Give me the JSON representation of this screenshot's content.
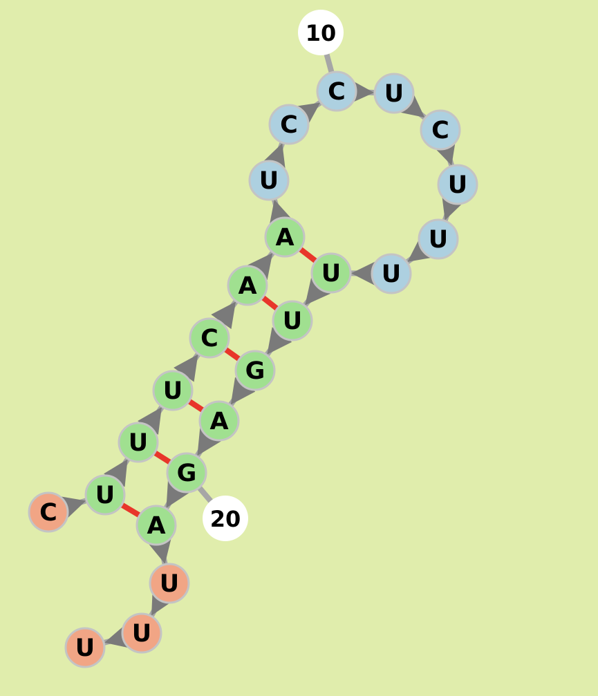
{
  "colors": {
    "background": "#e0edac",
    "stem": "#a0e090",
    "loop": "#add0e0",
    "dangling": "#f1a585",
    "index": "#ffffff",
    "node_stroke": "#c4c4c4",
    "backbone": "#a6a6a6",
    "arrow": "#7a7a7a",
    "pair_bond": "#e8362a"
  },
  "nucleotides": [
    {
      "base": "C",
      "region": "dangling"
    },
    {
      "base": "U",
      "region": "stem"
    },
    {
      "base": "U",
      "region": "stem"
    },
    {
      "base": "U",
      "region": "stem"
    },
    {
      "base": "C",
      "region": "stem"
    },
    {
      "base": "A",
      "region": "stem"
    },
    {
      "base": "A",
      "region": "stem"
    },
    {
      "base": "U",
      "region": "loop"
    },
    {
      "base": "C",
      "region": "loop"
    },
    {
      "base": "C",
      "region": "loop"
    },
    {
      "base": "U",
      "region": "loop"
    },
    {
      "base": "C",
      "region": "loop"
    },
    {
      "base": "U",
      "region": "loop"
    },
    {
      "base": "U",
      "region": "loop"
    },
    {
      "base": "U",
      "region": "loop"
    },
    {
      "base": "U",
      "region": "stem"
    },
    {
      "base": "U",
      "region": "stem"
    },
    {
      "base": "G",
      "region": "stem"
    },
    {
      "base": "A",
      "region": "stem"
    },
    {
      "base": "G",
      "region": "stem"
    },
    {
      "base": "A",
      "region": "stem"
    },
    {
      "base": "U",
      "region": "dangling"
    },
    {
      "base": "U",
      "region": "dangling"
    },
    {
      "base": "U",
      "region": "dangling"
    }
  ],
  "base_pairs": [
    [
      2,
      21
    ],
    [
      3,
      20
    ],
    [
      4,
      19
    ],
    [
      5,
      18
    ],
    [
      6,
      17
    ],
    [
      7,
      16
    ]
  ],
  "index_labels": [
    {
      "text": "10",
      "position": 10
    },
    {
      "text": "20",
      "position": 20
    }
  ]
}
